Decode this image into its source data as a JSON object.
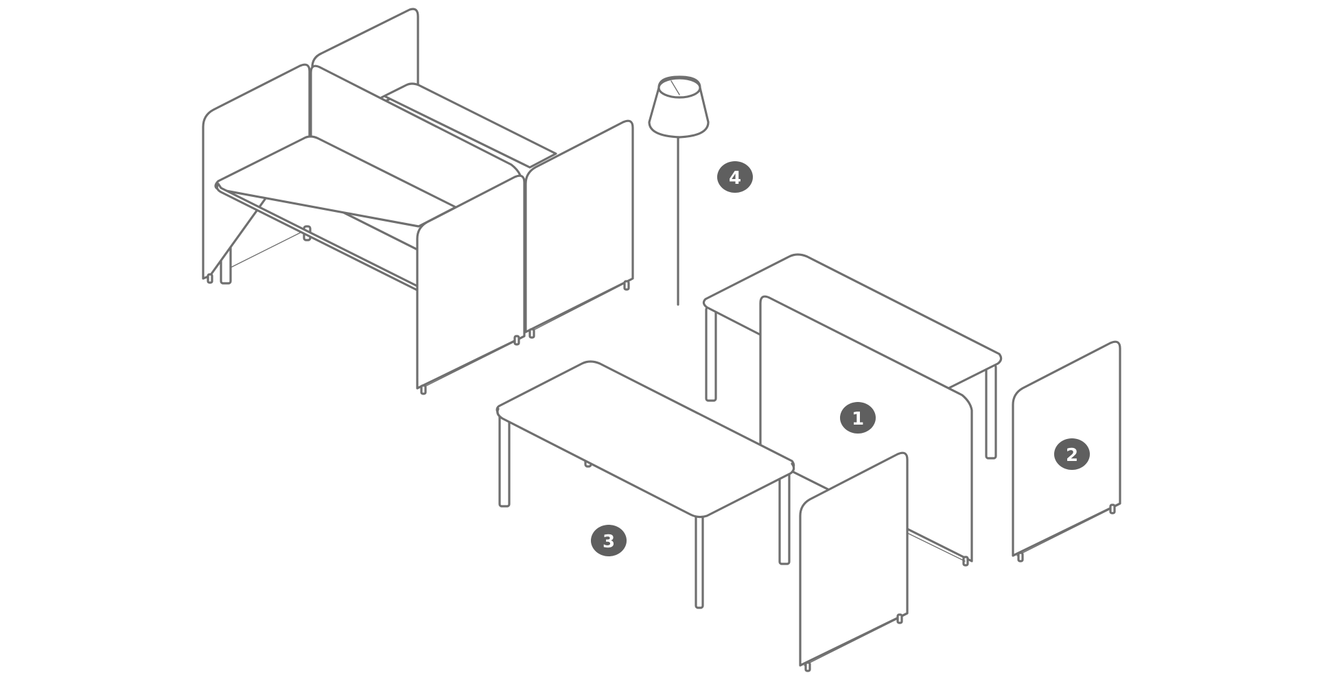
{
  "diagram": {
    "callouts": [
      {
        "id": "1",
        "label": "1"
      },
      {
        "id": "2",
        "label": "2"
      },
      {
        "id": "3",
        "label": "3"
      },
      {
        "id": "4",
        "label": "4"
      }
    ],
    "colors": {
      "line": "#6f6f6f",
      "callout_fill": "#5f5f5f",
      "callout_text": "#ffffff",
      "background": "#ffffff"
    }
  }
}
